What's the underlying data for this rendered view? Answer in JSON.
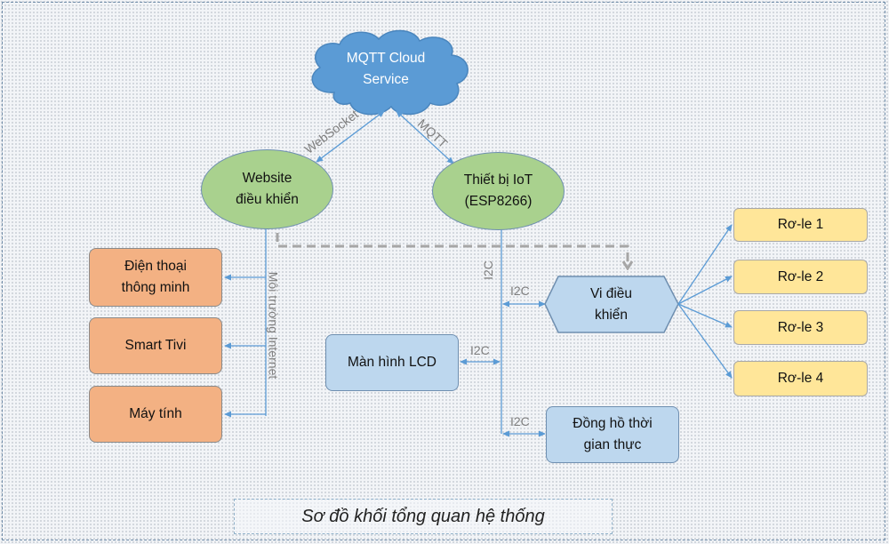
{
  "nodes": {
    "cloud": "MQTT Cloud\nService",
    "website": "Website\nđiều khiển",
    "iot": "Thiết bị IoT\n(ESP8266)",
    "phone": "Điện thoại\nthông minh",
    "tv": "Smart Tivi",
    "pc": "Máy tính",
    "lcd": "Màn hình LCD",
    "mcu": "Vi điều\nkhiển",
    "rtc": "Đồng hồ thời\ngian thực",
    "relay1": "Rơ-le 1",
    "relay2": "Rơ-le 2",
    "relay3": "Rơ-le 3",
    "relay4": "Rơ-le 4"
  },
  "labels": {
    "websocket": "WebSocket",
    "mqtt": "MQTT",
    "internet": "Môi trường Internet",
    "i2c_bus": "I2C",
    "i2c_mcu": "I2C",
    "i2c_lcd": "I2C",
    "i2c_rtc": "I2C"
  },
  "caption": "Sơ đồ khối tổng quan hệ thống",
  "colors": {
    "cloud": "#5b9bd5",
    "ellipse": "#a9d18e",
    "device": "#f3b183",
    "module": "#bdd7ee",
    "relay": "#ffe699",
    "connector": "#5b9bd5",
    "dashed_arrow": "#a6a6a6"
  }
}
